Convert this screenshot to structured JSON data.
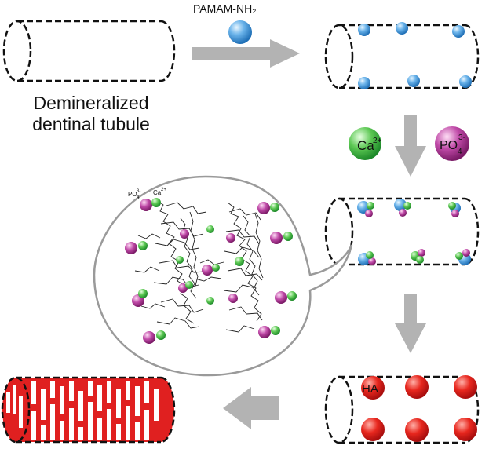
{
  "labels": {
    "reagent": "PAMAM-NH₂",
    "tubule_line1": "Demineralized",
    "tubule_line2": "dentinal tubule",
    "calcium": "Ca",
    "calcium_charge": "2+",
    "phosphate": "PO",
    "phosphate_sub": "4",
    "phosphate_charge": "3-",
    "hydroxyapatite": "HA",
    "zoom_phosphate": "PO",
    "zoom_phosphate_sup": "3-",
    "zoom_phosphate_sub": "4",
    "zoom_calcium": "Ca",
    "zoom_calcium_sup": "2+"
  },
  "colors": {
    "pamam_blue": "#5aa6e0",
    "calcium_green": "#4fbd4a",
    "phosphate_purple": "#b0409a",
    "ha_red": "#e02020",
    "arrow_gray": "#b3b3b3",
    "outline": "#111111"
  }
}
